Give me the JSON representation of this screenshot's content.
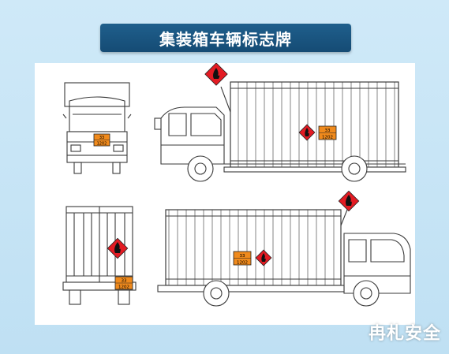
{
  "title": "集装箱车辆标志牌",
  "watermark": "冉札安全",
  "plate": {
    "top_code": "33",
    "bottom_code": "1202",
    "color": "#f08a1c"
  },
  "hazard_sign": {
    "color": "#e31b23",
    "icon": "flame-icon"
  },
  "colors": {
    "background": "#c9e6f6",
    "title_bar": "#1a5581",
    "line": "#3a3a3a"
  }
}
